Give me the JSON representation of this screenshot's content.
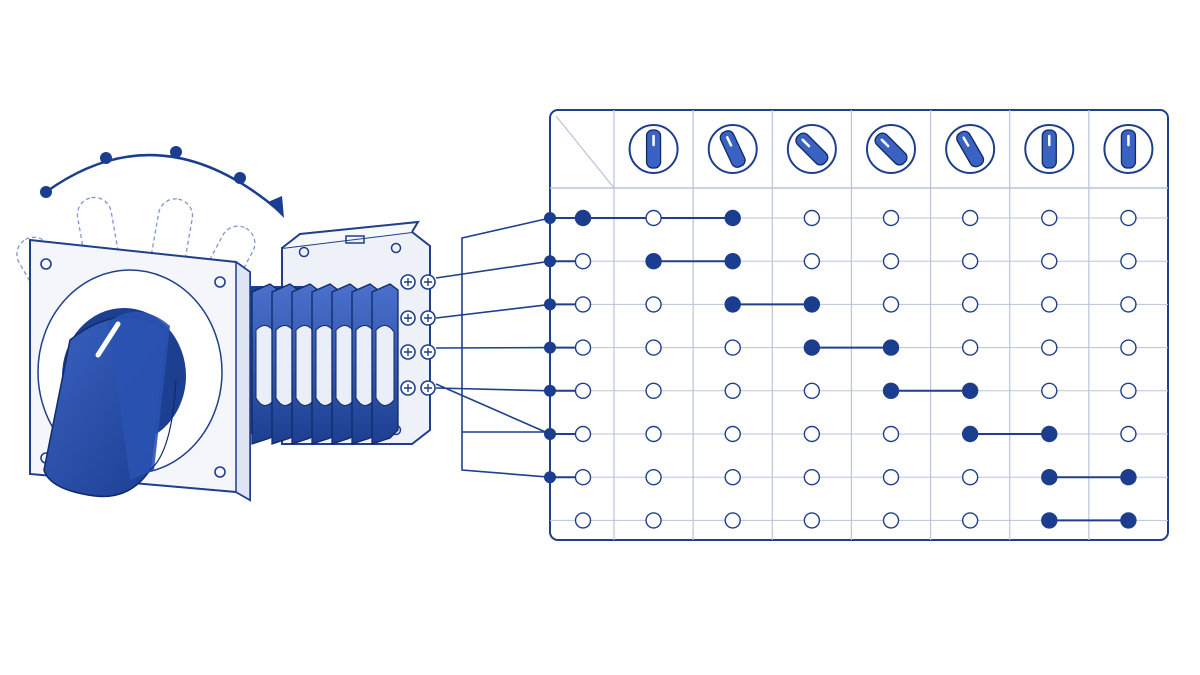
{
  "colors": {
    "accent": "#1a3d8f",
    "accent_light": "#3a62c2",
    "line": "#1f3f8c",
    "grid": "#b9c3da",
    "panel": "#f4f6fb",
    "background": "#ffffff"
  },
  "switch": {
    "icon": "rotary-cam-switch-icon",
    "rotation_arrow_icon": "curved-arrow-icon",
    "position_dot_count": 4,
    "ghost_positions": 4
  },
  "diagram": {
    "icon": "switching-diagram-table-icon",
    "position_icon": "knob-position-icon",
    "rows": 8,
    "knob_angles_deg": [
      0,
      -25,
      -45,
      -45,
      -30,
      0,
      0
    ],
    "connections": [
      {
        "row": 0,
        "from": 0,
        "to": 2
      },
      {
        "row": 1,
        "from": 1,
        "to": 2
      },
      {
        "row": 2,
        "from": 2,
        "to": 3
      },
      {
        "row": 3,
        "from": 3,
        "to": 4
      },
      {
        "row": 4,
        "from": 4,
        "to": 5
      },
      {
        "row": 5,
        "from": 5,
        "to": 6
      },
      {
        "row": 6,
        "from": 6,
        "to": 7
      },
      {
        "row": 7,
        "from": 6,
        "to": 7
      }
    ],
    "leader_rows": [
      0,
      1,
      2,
      3,
      4,
      5,
      6
    ]
  }
}
